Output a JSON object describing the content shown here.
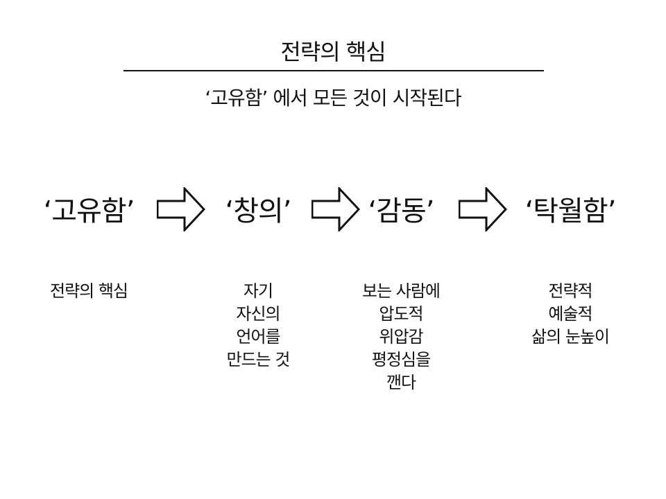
{
  "header": {
    "title": "전략의 핵심",
    "subtitle": "‘고유함’ 에서 모든 것이 시작된다"
  },
  "stages": [
    {
      "label": "‘고유함’",
      "desc": [
        "전략의 핵심"
      ]
    },
    {
      "label": "‘창의’",
      "desc": [
        "자기",
        "자신의",
        "언어를",
        "만드는 것"
      ]
    },
    {
      "label": "‘감동’",
      "desc": [
        "보는 사람에",
        "압도적",
        "위압감",
        "평정심을",
        "깬다"
      ]
    },
    {
      "label": "‘탁월함’",
      "desc": [
        "전략적",
        "예술적",
        "삶의 눈높이"
      ]
    }
  ]
}
